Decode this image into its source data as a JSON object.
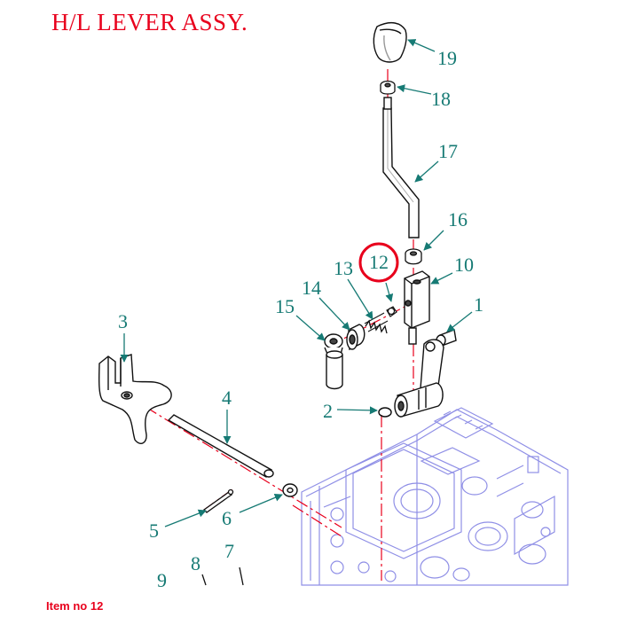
{
  "title": "H/L LEVER ASSY.",
  "footer": "Item no 12",
  "colors": {
    "title": "#e8001c",
    "callout": "#167a74",
    "centerline": "#e8001c",
    "housing": "#8f8fe6",
    "highlight": "#e8001c"
  },
  "highlighted_item": "12",
  "callouts": [
    "19",
    "18",
    "17",
    "16",
    "12",
    "13",
    "10",
    "14",
    "15",
    "1",
    "3",
    "4",
    "2",
    "5",
    "6",
    "7",
    "8",
    "9"
  ]
}
